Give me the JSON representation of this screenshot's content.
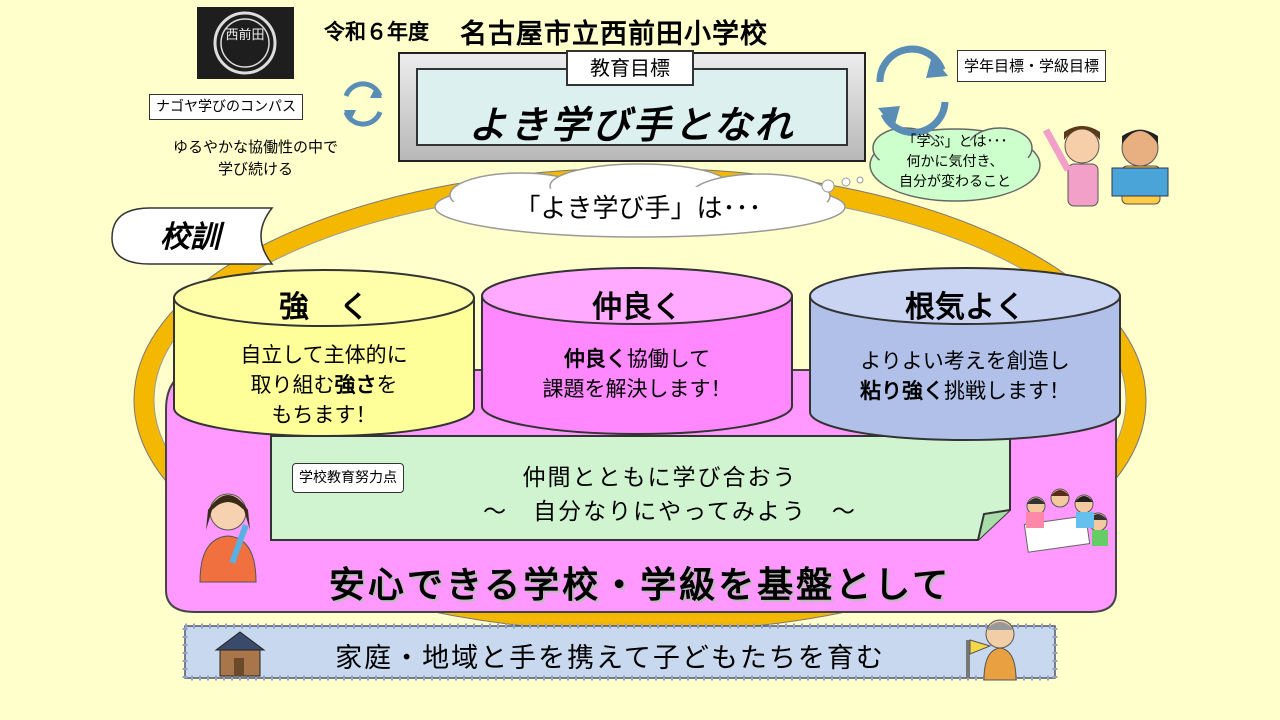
{
  "header": {
    "era_label": "令和６年度",
    "school_name": "名古屋市立西前田小学校",
    "emblem_text": "西前田"
  },
  "goal": {
    "label": "教育目標",
    "text": "よき学び手となれ"
  },
  "compass": {
    "label": "ナゴヤ学びのコンパス",
    "description_line1": "ゆるやかな協働性の中で",
    "description_line2": "学び続ける"
  },
  "grade_goals": {
    "label": "学年目標・学級目標"
  },
  "thought_bubble": {
    "line1": "「学ぶ」とは･･･",
    "line2": "何かに気付き、",
    "line3": "自分が変わること"
  },
  "cloud": {
    "text": "「よき学び手」は･･･"
  },
  "motto": {
    "label": "校訓"
  },
  "pillars": [
    {
      "title": "強　く",
      "lines": [
        "自立して主体的に",
        "取り組む",
        "強さ",
        "を",
        "もちます！"
      ]
    },
    {
      "title": "仲良く",
      "lines": [
        "仲良く",
        "協働して",
        "課題を解決します！"
      ]
    },
    {
      "title": "根気よく",
      "lines": [
        "よりよい考えを創造し",
        "粘り強く",
        "挑戦します！"
      ]
    }
  ],
  "effort": {
    "label": "学校教育努力点",
    "line1": "仲間とともに学び合おう",
    "line2": "～　自分なりにやってみよう　～"
  },
  "base": {
    "text": "安心できる学校・学級を基盤として"
  },
  "community": {
    "text": "家庭・地域と手を携えて子どもたちを育む"
  },
  "colors": {
    "background": "#ffffcc",
    "ring": "#f5b800",
    "pink": "#ff99ff",
    "yellow_cylinder": "#ffff99",
    "pink_cylinder": "#ff88ff",
    "blue_cylinder": "#b0c0e8",
    "effort_box": "#d0f4d0",
    "goal_inner": "#dcf0f0"
  }
}
